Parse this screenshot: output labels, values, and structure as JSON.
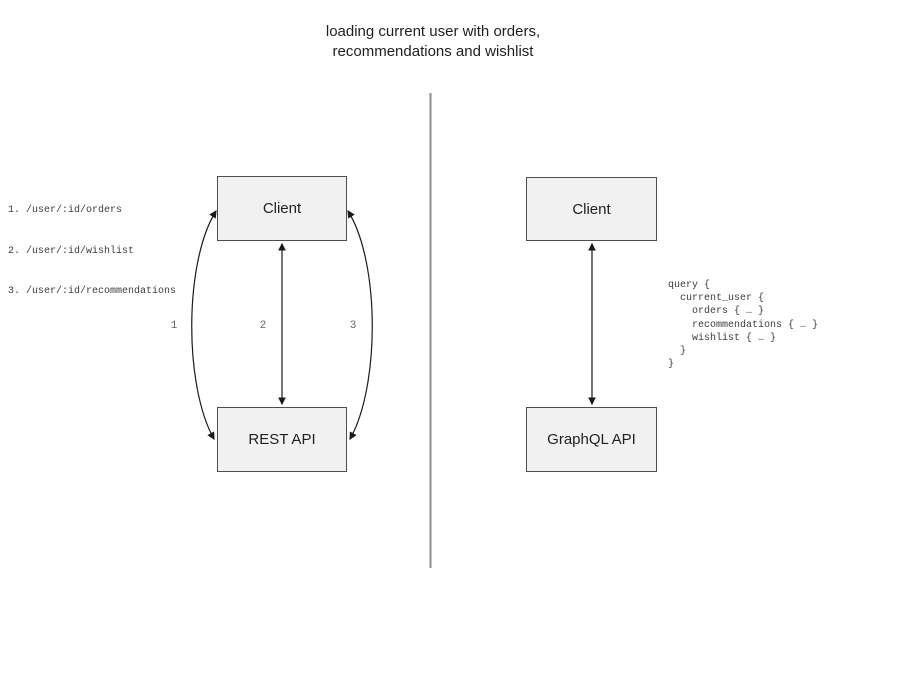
{
  "title": {
    "line1": "loading current user with orders,",
    "line2": "recommendations and wishlist"
  },
  "colors": {
    "box_fill": "#f1f1f1",
    "box_border": "#4d4d4d",
    "arrow": "#1a1a1a",
    "divider": "#8c8c8c",
    "label_text": "#666666",
    "code_text": "#3d3d3d"
  },
  "rest_panel": {
    "client_label": "Client",
    "api_label": "REST API",
    "endpoints": [
      "1. /user/:id/orders",
      "2. /user/:id/wishlist",
      "3. /user/:id/recommendations"
    ],
    "arrow_labels": [
      "1",
      "2",
      "3"
    ]
  },
  "graphql_panel": {
    "client_label": "Client",
    "api_label": "GraphQL API",
    "query_code": "query {\n  current_user {\n    orders { … }\n    recommendations { … }\n    wishlist { … }\n  }\n}"
  }
}
